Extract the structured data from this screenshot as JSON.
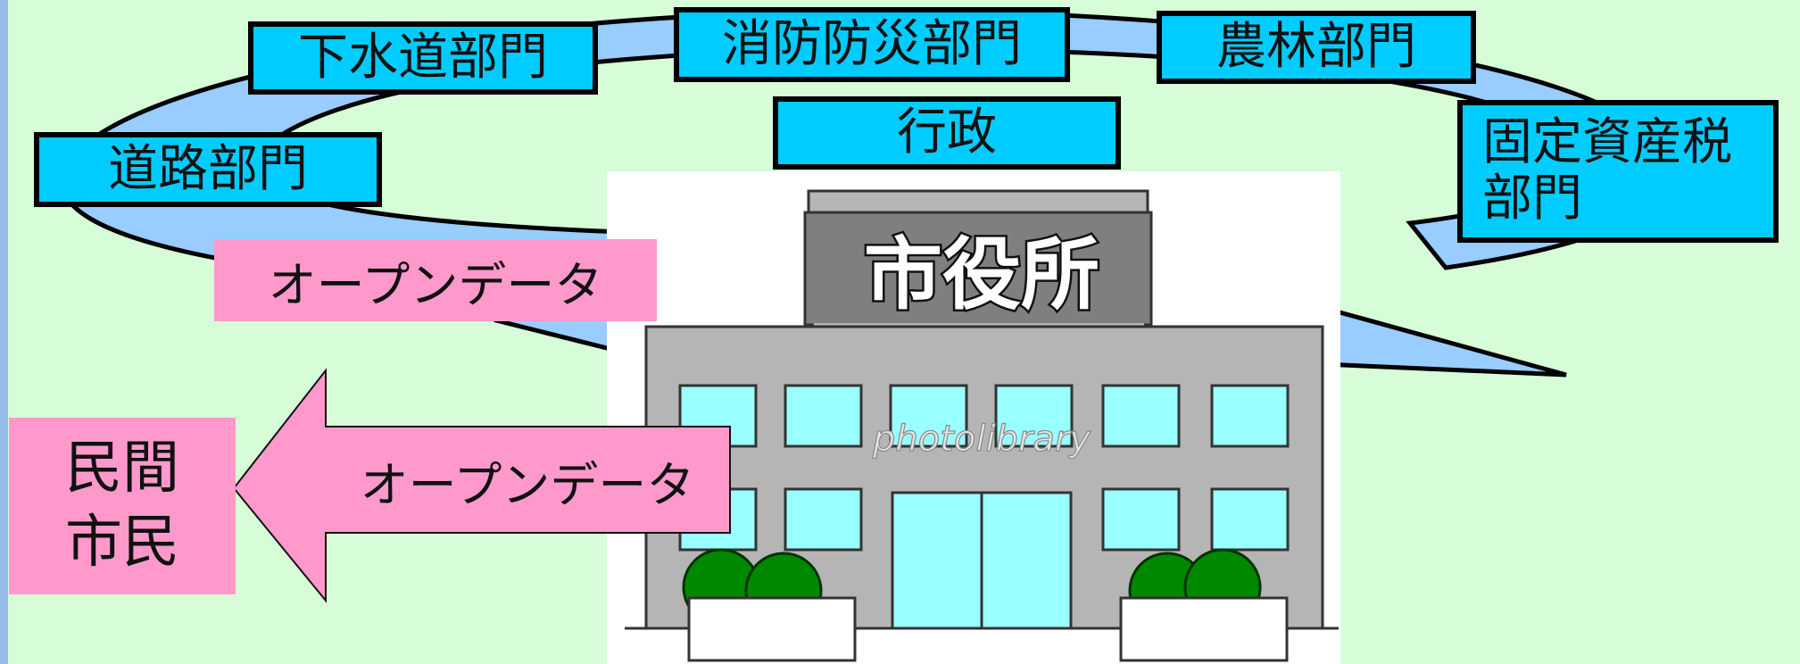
{
  "departments": {
    "gesuido": "下水道部門",
    "shobo": "消防防災部門",
    "norin": "農林部門",
    "doro": "道路部門",
    "gyosei": "行政",
    "kotei_line1": "固定資産税",
    "kotei_line2": "部門"
  },
  "open_data_label_top": "オープンデータ",
  "open_data_label_arrow": "オープンデータ",
  "citizen_line1": "民間",
  "citizen_line2": "市民",
  "building": {
    "sign": "市役所",
    "watermark": "photolibrary"
  },
  "colors": {
    "background": "#d6fdd8",
    "cycle_arrow": "#99ccff",
    "department_box": "#00ccff",
    "pink": "#ff99cc"
  }
}
